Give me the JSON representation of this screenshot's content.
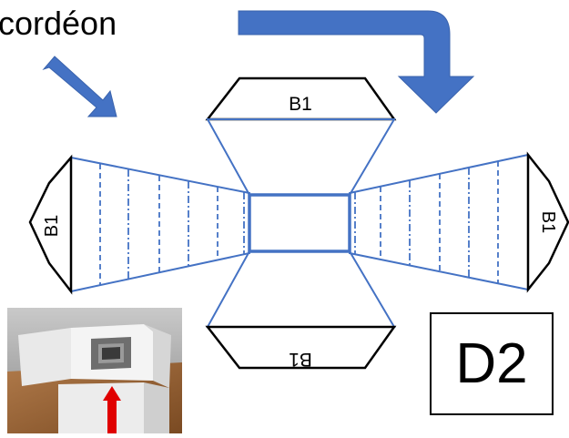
{
  "title_fragment": "cordéon",
  "flap_labels": {
    "top": "B1",
    "bottom": "B1",
    "left": "B1",
    "right": "B1"
  },
  "page_code": "D2",
  "colors": {
    "arrow": "#4472c4",
    "outline": "#4472c4",
    "flap_outline": "#000000",
    "photo_arrow": "#e00000"
  },
  "icons": {
    "left_arrow": "arrow-down-right-icon",
    "right_arrow": "arrow-curved-down-icon"
  }
}
